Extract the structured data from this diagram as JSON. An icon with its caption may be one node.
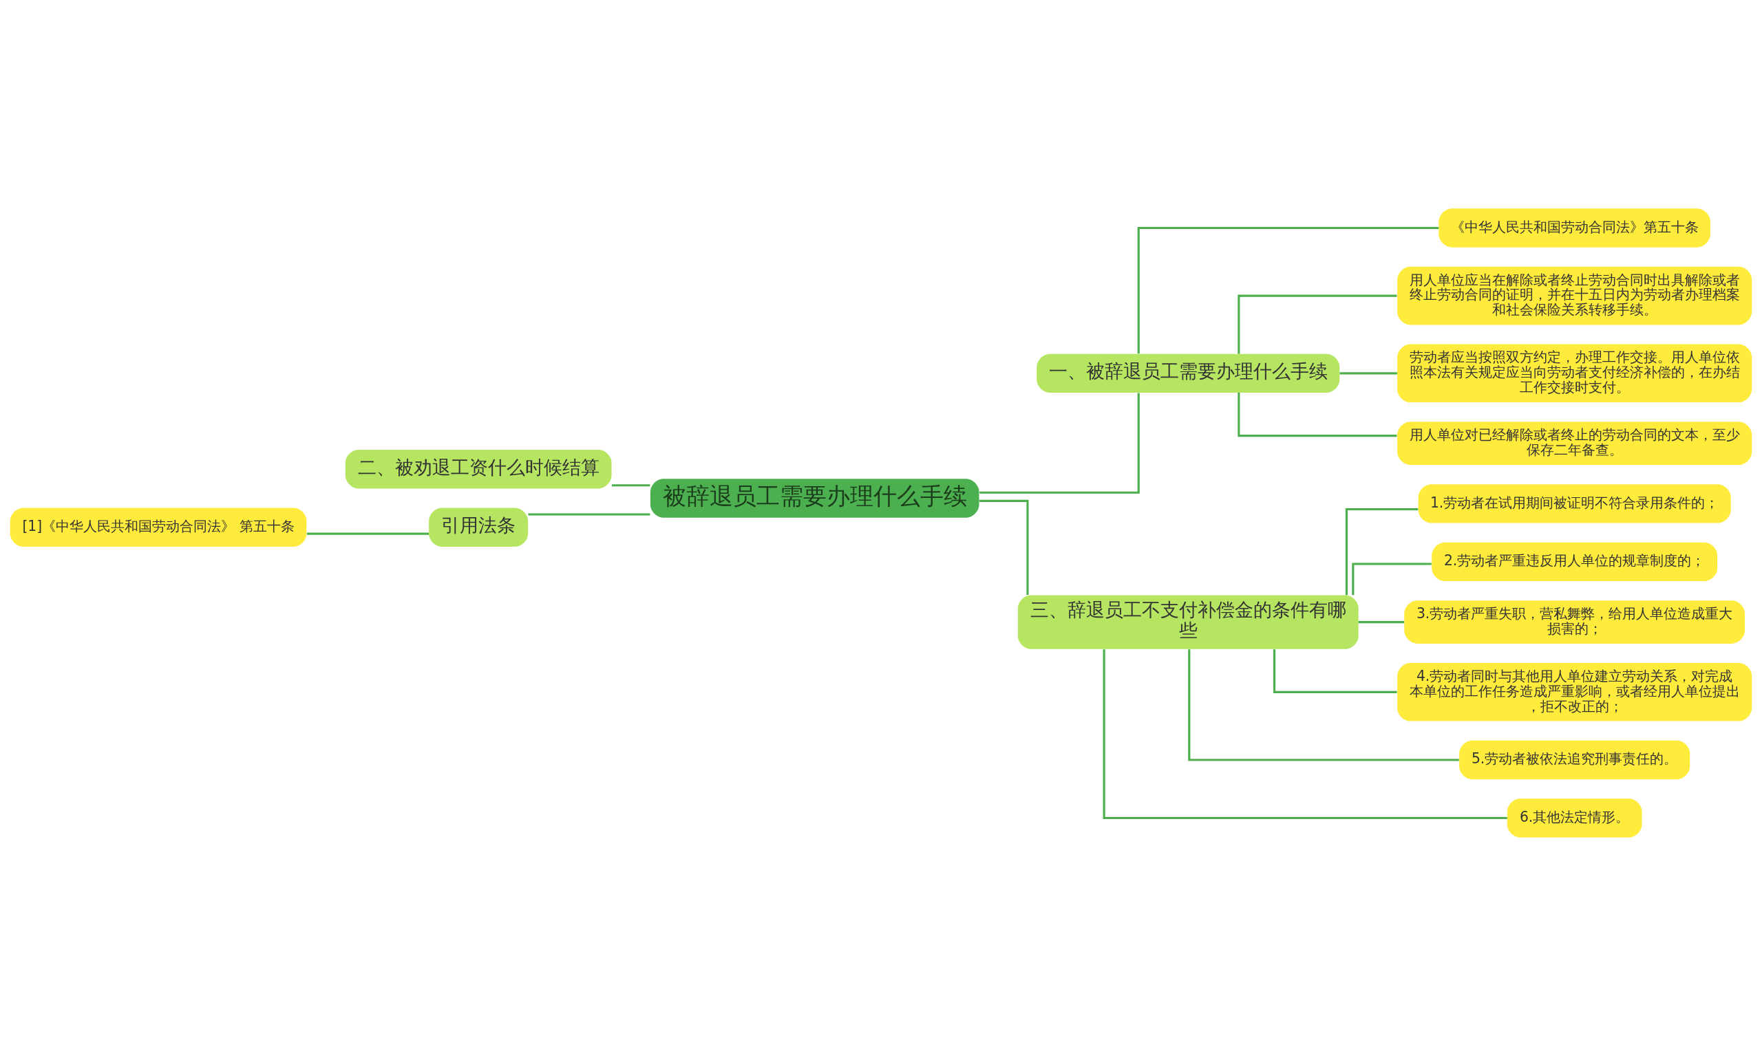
{
  "diagram": {
    "nodes": [
      {
        "text": [
          "被辞退员工需要办理什么手续"
        ]
      },
      {
        "text": [
          "一、被辞退员工需要办理什么手续"
        ]
      },
      {
        "text": [
          "《中华人民共和国劳动合同法》第五十条"
        ]
      },
      {
        "text": [
          "用人单位应当在解除或者终止劳动合同时出具解除或者终止劳动合同的证明，并在十五日内为劳动者办理档案和社会保险关系转移手续。"
        ]
      },
      {
        "text": [
          "劳动者应当按照双方约定，办理工作交接。用人单位依照本法有关规定应当向劳动者支付经济补偿的，在办结工作交接时支付。"
        ]
      },
      {
        "text": [
          "用人单位对已经解除或者终止的劳动合同的文本，至少保存二年备查。"
        ]
      },
      {
        "text": [
          "三、辞退员工不支付补偿金的条件有哪些"
        ]
      },
      {
        "text": [
          "1.劳动者在试用期间被证明不符合录用条件的；"
        ]
      },
      {
        "text": [
          "2.劳动者严重违反用人单位的规章制度的；"
        ]
      },
      {
        "text": [
          "3.劳动者严重失职，营私舞弊，给用人单位造成重大损害的；"
        ]
      },
      {
        "text": [
          "4.劳动者同时与其他用人单位建立劳动关系，对完成本单位的工作任务造成严重影响，或者经用人单位提出，拒不改正的；"
        ]
      },
      {
        "text": [
          "5.劳动者被依法追究刑事责任的。"
        ]
      },
      {
        "text": [
          "6.其他法定情形。"
        ]
      },
      {
        "text": [
          "二、被劝退工资什么时候结算"
        ]
      },
      {
        "text": [
          "引用法条"
        ]
      },
      {
        "text": [
          "[1]《中华人民共和国劳动合同法》 第五十条"
        ]
      }
    ],
    "edges": [
      {
        "from": 0,
        "to": 1,
        "arrow": "none"
      },
      {
        "from": 1,
        "to": 2,
        "arrow": "none"
      },
      {
        "from": 1,
        "to": 3,
        "arrow": "none"
      },
      {
        "from": 1,
        "to": 4,
        "arrow": "none"
      },
      {
        "from": 1,
        "to": 5,
        "arrow": "none"
      },
      {
        "from": 0,
        "to": 6,
        "arrow": "none"
      },
      {
        "from": 6,
        "to": 7,
        "arrow": "none"
      },
      {
        "from": 6,
        "to": 8,
        "arrow": "none"
      },
      {
        "from": 6,
        "to": 9,
        "arrow": "none"
      },
      {
        "from": 6,
        "to": 10,
        "arrow": "none"
      },
      {
        "from": 6,
        "to": 11,
        "arrow": "none"
      },
      {
        "from": 6,
        "to": 12,
        "arrow": "none"
      },
      {
        "from": 0,
        "to": 13,
        "arrow": "none"
      },
      {
        "from": 0,
        "to": 14,
        "arrow": "none"
      },
      {
        "from": 14,
        "to": 15,
        "arrow": "none"
      }
    ]
  }
}
